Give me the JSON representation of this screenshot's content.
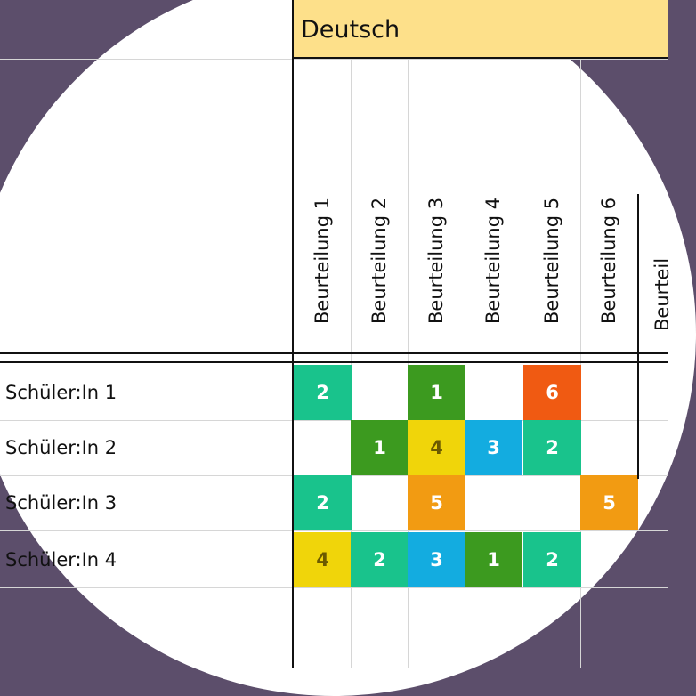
{
  "subject": {
    "title": "Deutsch"
  },
  "columns": [
    {
      "label": "Beurteilung 1"
    },
    {
      "label": "Beurteilung 2"
    },
    {
      "label": "Beurteilung 3"
    },
    {
      "label": "Beurteilung 4"
    },
    {
      "label": "Beurteilung 5"
    },
    {
      "label": "Beurteilung 6"
    },
    {
      "label": "Beurteil"
    }
  ],
  "rows": [
    {
      "label": "Schüler:In 1",
      "grades": [
        "2",
        "",
        "1",
        "",
        "6",
        "",
        ""
      ]
    },
    {
      "label": "Schüler:In 2",
      "grades": [
        "",
        "1",
        "4",
        "3",
        "2",
        "",
        ""
      ]
    },
    {
      "label": "Schüler:In 3",
      "grades": [
        "2",
        "",
        "5",
        "",
        "",
        "5",
        ""
      ]
    },
    {
      "label": "Schüler:In 4",
      "grades": [
        "4",
        "2",
        "3",
        "1",
        "2",
        "",
        ""
      ]
    }
  ],
  "grade_colors": {
    "1": "#3c9a1f",
    "2": "#19c38c",
    "3": "#13ace0",
    "4": "#f0d50a",
    "5": "#f29b12",
    "6": "#f05a12"
  }
}
